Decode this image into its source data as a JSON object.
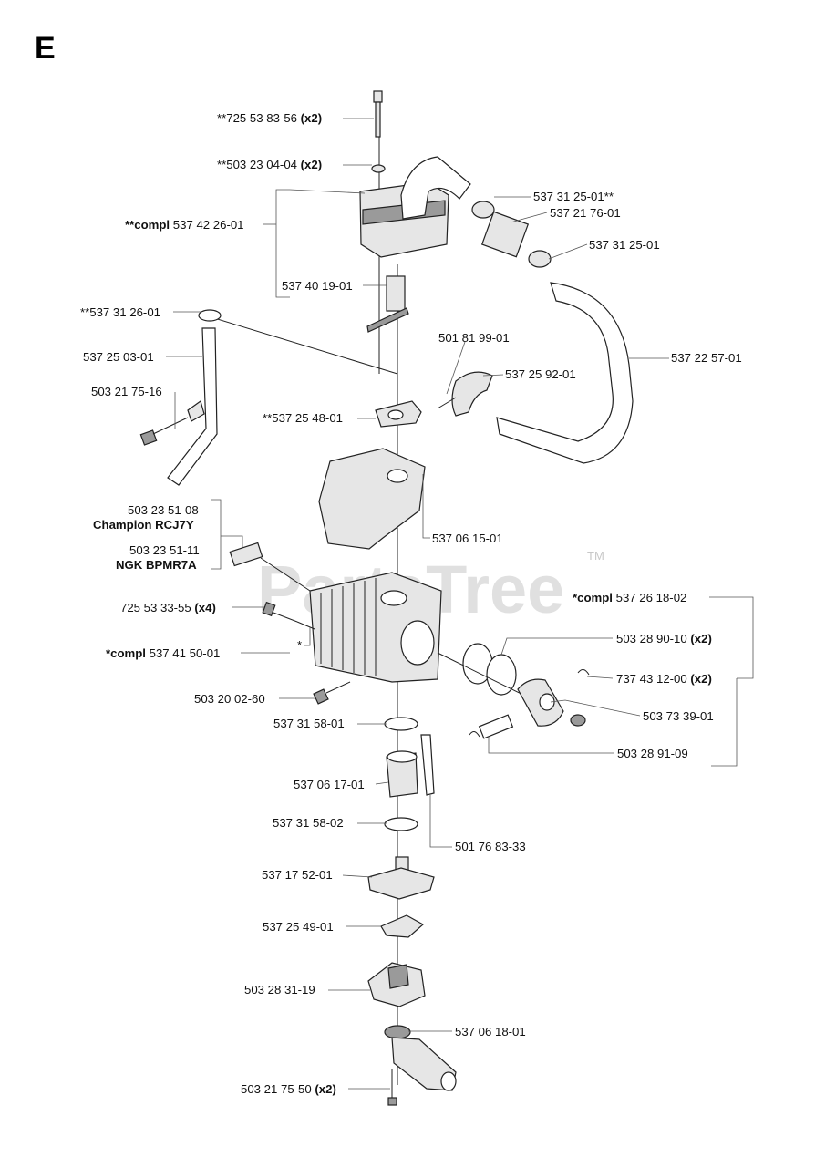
{
  "section_letter": "E",
  "watermark": "PartsTree",
  "watermark_tm": "TM",
  "labels": [
    {
      "id": "bolt-top",
      "text": "**725 53 83-56 ",
      "qty": "(x2)"
    },
    {
      "id": "washer-top",
      "text": "**503 23 04-04 ",
      "qty": "(x2)"
    },
    {
      "id": "muffler-compl",
      "bold_prefix": "**compl",
      "text": " 537 42 26-01"
    },
    {
      "id": "spark-screen",
      "text": "537 40 19-01"
    },
    {
      "id": "clamp-left",
      "text": "**537 31 26-01"
    },
    {
      "id": "tube-left",
      "text": "537 25 03-01"
    },
    {
      "id": "screw-left",
      "text": "503 21 75-16"
    },
    {
      "id": "gasket-muffler",
      "text": "**537 25 48-01"
    },
    {
      "id": "nut-upper",
      "text": "537 31 25-01**"
    },
    {
      "id": "sleeve",
      "text": "537 21 76-01"
    },
    {
      "id": "nut-lower",
      "text": "537 31 25-01"
    },
    {
      "id": "hose-right",
      "text": "537 22 57-01"
    },
    {
      "id": "screw-bracket",
      "text": "501 81 99-01"
    },
    {
      "id": "bracket",
      "text": "537 25 92-01"
    },
    {
      "id": "heat-shield",
      "text": "537 06 15-01"
    },
    {
      "id": "plug-champion-no",
      "text": "503 23 51-08"
    },
    {
      "id": "plug-champion",
      "bold_prefix": "Champion RCJ7Y",
      "text": ""
    },
    {
      "id": "plug-ngk-no",
      "text": "503 23 51-11"
    },
    {
      "id": "plug-ngk",
      "bold_prefix": "NGK BPMR7A",
      "text": ""
    },
    {
      "id": "cyl-screw",
      "text": "725 53 33-55 ",
      "qty": "(x4)"
    },
    {
      "id": "cylinder-compl",
      "bold_prefix": "*compl",
      "text": " 537 41 50-01"
    },
    {
      "id": "cylinder-star",
      "text": "*"
    },
    {
      "id": "bolt-lower",
      "text": "503 20 02-60"
    },
    {
      "id": "piston-compl",
      "bold_prefix": "*compl",
      "text": " 537 26 18-02"
    },
    {
      "id": "rings",
      "text": "503 28 90-10 ",
      "qty": "(x2)"
    },
    {
      "id": "circlip",
      "text": "737 43 12-00 ",
      "qty": "(x2)"
    },
    {
      "id": "bearing",
      "text": "503 73 39-01"
    },
    {
      "id": "pin",
      "text": "503 28 91-09"
    },
    {
      "id": "clamp-1",
      "text": "537 31 58-01"
    },
    {
      "id": "intake-boot",
      "text": "537 06 17-01"
    },
    {
      "id": "clamp-2",
      "text": "537 31 58-02"
    },
    {
      "id": "impulse-hose",
      "text": "501 76 83-33"
    },
    {
      "id": "adapter",
      "text": "537 17 52-01"
    },
    {
      "id": "gasket-carb",
      "text": "537 25 49-01"
    },
    {
      "id": "carburetor",
      "text": "503 28 31-19"
    },
    {
      "id": "air-intake",
      "text": "537 06 18-01"
    },
    {
      "id": "screw-bottom",
      "text": "503 21 75-50 ",
      "qty": "(x2)"
    }
  ]
}
